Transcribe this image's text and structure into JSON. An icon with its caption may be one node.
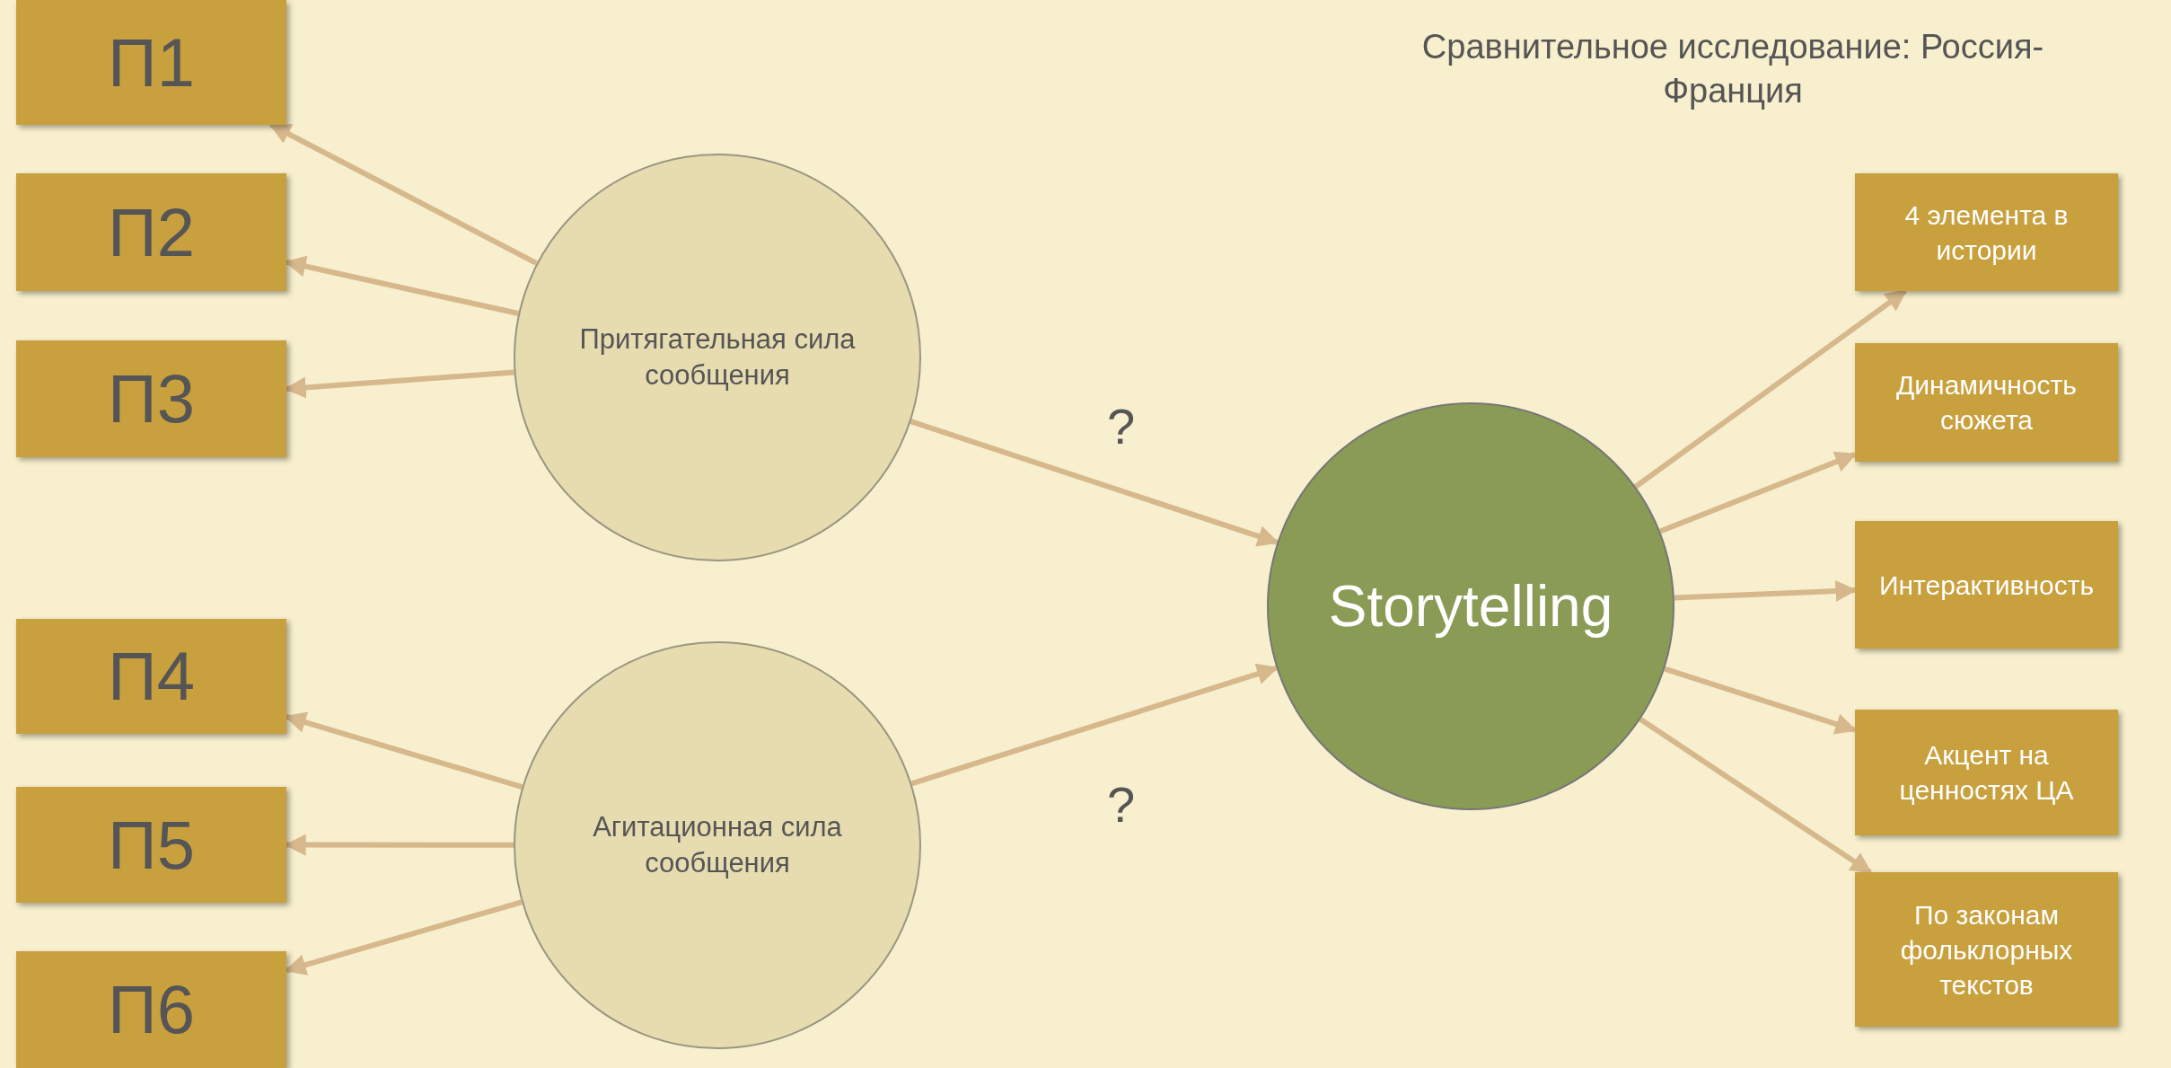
{
  "diagram": {
    "title": "Сравнительное исследование: Россия-Франция",
    "nodes": [
      {
        "text": [
          "П1"
        ]
      },
      {
        "text": [
          "П2"
        ]
      },
      {
        "text": [
          "П3"
        ]
      },
      {
        "text": [
          "П4"
        ]
      },
      {
        "text": [
          "П5"
        ]
      },
      {
        "text": [
          "П6"
        ]
      },
      {
        "text": [
          "Притягательная сила сообщения"
        ]
      },
      {
        "text": [
          "Агитационная сила сообщения"
        ]
      },
      {
        "text": [
          "Storytelling"
        ]
      },
      {
        "text": [
          "4 элемента в истории"
        ]
      },
      {
        "text": [
          "Динамичность сюжета"
        ]
      },
      {
        "text": [
          "Интерактивность"
        ]
      },
      {
        "text": [
          "Акцент на ценностях ЦА"
        ]
      },
      {
        "text": [
          "По законам фольклорных текстов"
        ]
      }
    ],
    "edges": [
      {
        "from": 6,
        "to": 0,
        "arrow": "to"
      },
      {
        "from": 6,
        "to": 1,
        "arrow": "to"
      },
      {
        "from": 6,
        "to": 2,
        "arrow": "to"
      },
      {
        "from": 7,
        "to": 3,
        "arrow": "to"
      },
      {
        "from": 7,
        "to": 4,
        "arrow": "to"
      },
      {
        "from": 7,
        "to": 5,
        "arrow": "to"
      },
      {
        "from": 6,
        "to": 8,
        "arrow": "to",
        "label": "?"
      },
      {
        "from": 7,
        "to": 8,
        "arrow": "to",
        "label": "?"
      },
      {
        "from": 8,
        "to": 9,
        "arrow": "to"
      },
      {
        "from": 8,
        "to": 10,
        "arrow": "to"
      },
      {
        "from": 8,
        "to": 11,
        "arrow": "to"
      },
      {
        "from": 8,
        "to": 12,
        "arrow": "to"
      },
      {
        "from": 8,
        "to": 13,
        "arrow": "to"
      }
    ]
  }
}
